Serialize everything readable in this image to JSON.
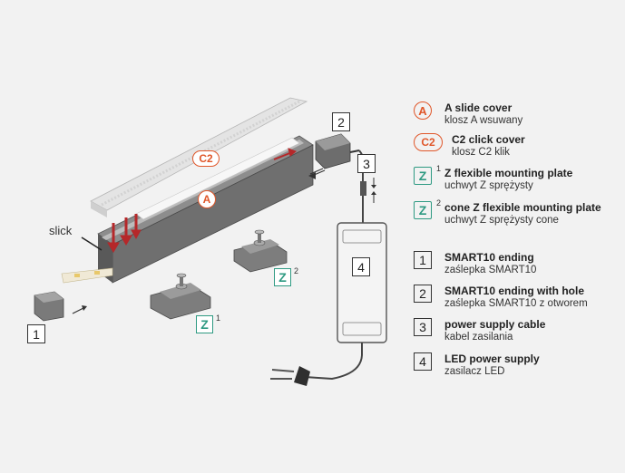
{
  "brand": "slick",
  "diagram_labels": {
    "a": "A",
    "c2": "C2",
    "num1": "1",
    "num2": "2",
    "num3": "3",
    "num4": "4",
    "z": "Z",
    "sup1": "1",
    "sup2": "2"
  },
  "legend": [
    {
      "badge": "A",
      "type": "circle",
      "title": "A slide cover",
      "subtitle": "klosz A wsuwany"
    },
    {
      "badge": "C2",
      "type": "pill",
      "title": "C2 click cover",
      "subtitle": "klosz C2 klik"
    },
    {
      "badge": "Z",
      "type": "zbox",
      "sup": "1",
      "title": "Z flexible mounting plate",
      "subtitle": "uchwyt Z sprężysty"
    },
    {
      "badge": "Z",
      "type": "zbox",
      "sup": "2",
      "title": "cone Z flexible mounting plate",
      "subtitle": "uchwyt Z sprężysty cone"
    },
    {
      "badge": "1",
      "type": "numbox",
      "title": "SMART10 ending",
      "subtitle": "zaślepka SMART10"
    },
    {
      "badge": "2",
      "type": "numbox",
      "title": "SMART10 ending with hole",
      "subtitle": "zaślepka SMART10 z otworem"
    },
    {
      "badge": "3",
      "type": "numbox",
      "title": "power supply cable",
      "subtitle": "kabel zasilania"
    },
    {
      "badge": "4",
      "type": "numbox",
      "title": "LED power supply",
      "subtitle": "zasilacz LED"
    }
  ],
  "colors": {
    "accent_orange": "#e0572a",
    "accent_green": "#2e9a82",
    "arrow_red": "#b5282a"
  }
}
